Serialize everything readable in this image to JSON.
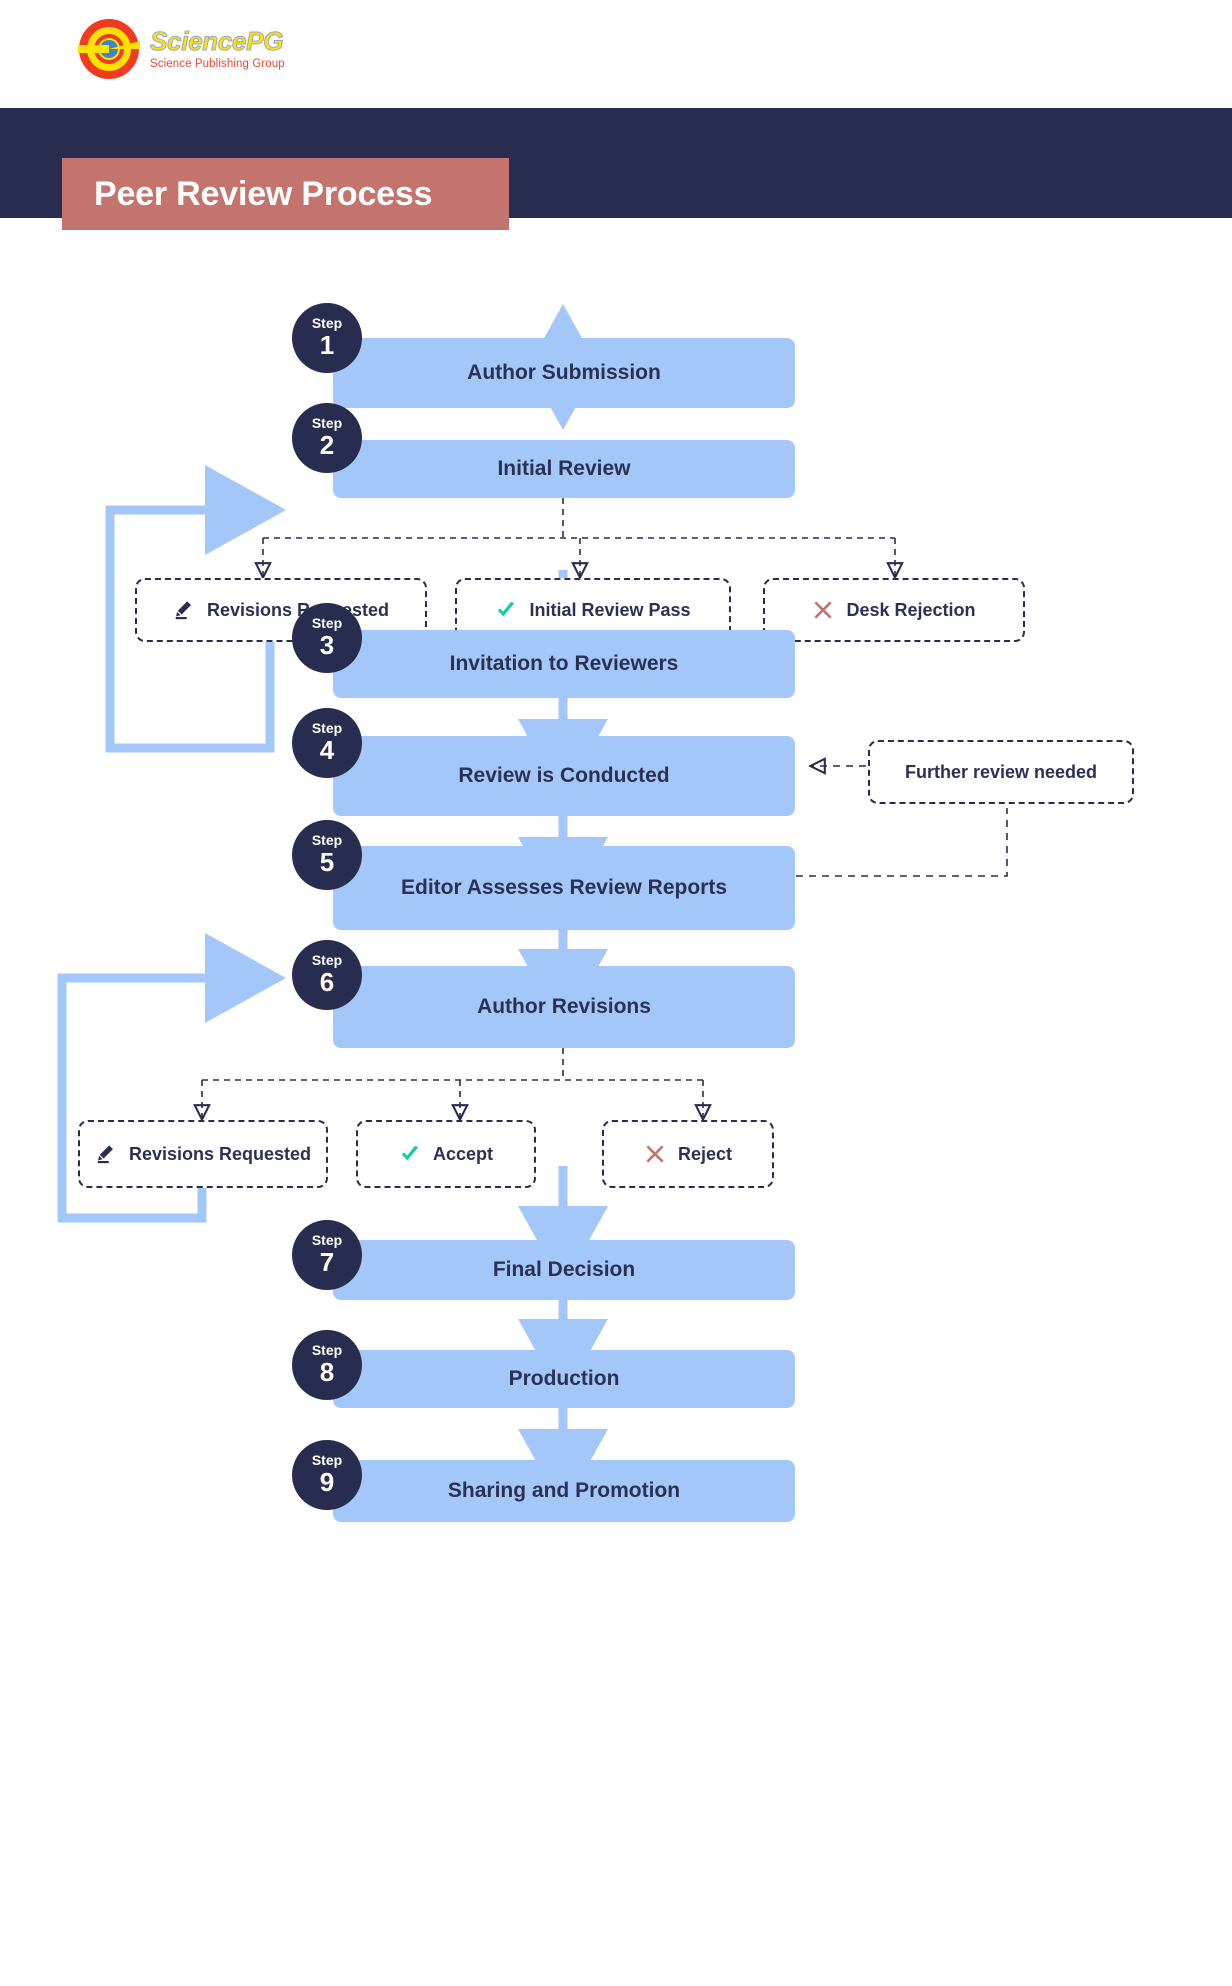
{
  "brand": {
    "name": "SciencePG",
    "tagline": "Science Publishing Group",
    "logo_icon": "sciencepg-circular-logo"
  },
  "header": {
    "title": "Peer Review Process",
    "banner_color": "#282d4f",
    "title_chip_color": "#c4746d"
  },
  "theme": {
    "process_node_color": "#a4c7f9",
    "badge_color": "#282d4f",
    "text_color": "#2b3154",
    "accent_check": "#14ccb0",
    "accent_cross": "#c4746d",
    "arrow_color": "#a4c7f9",
    "dashed_color": "#282d4f"
  },
  "steps": [
    {
      "step_label": "Step",
      "number": "1",
      "title": "Author Submission"
    },
    {
      "step_label": "Step",
      "number": "2",
      "title": "Initial Review"
    },
    {
      "step_label": "Step",
      "number": "3",
      "title": "Invitation to Reviewers"
    },
    {
      "step_label": "Step",
      "number": "4",
      "title": "Review is Conducted"
    },
    {
      "step_label": "Step",
      "number": "5",
      "title": "Editor Assesses Review Reports"
    },
    {
      "step_label": "Step",
      "number": "6",
      "title": "Author Revisions"
    },
    {
      "step_label": "Step",
      "number": "7",
      "title": "Final Decision"
    },
    {
      "step_label": "Step",
      "number": "8",
      "title": "Production"
    },
    {
      "step_label": "Step",
      "number": "9",
      "title": "Sharing and Promotion"
    }
  ],
  "decisions_initial": [
    {
      "label": "Revisions Requested",
      "icon": "pencil-icon"
    },
    {
      "label": "Initial Review Pass",
      "icon": "check-icon"
    },
    {
      "label": "Desk Rejection",
      "icon": "cross-icon"
    }
  ],
  "decisions_final": [
    {
      "label": "Revisions Requested",
      "icon": "pencil-icon"
    },
    {
      "label": "Accept",
      "icon": "check-icon"
    },
    {
      "label": "Reject",
      "icon": "cross-icon"
    }
  ],
  "side_note": {
    "label": "Further review needed"
  }
}
